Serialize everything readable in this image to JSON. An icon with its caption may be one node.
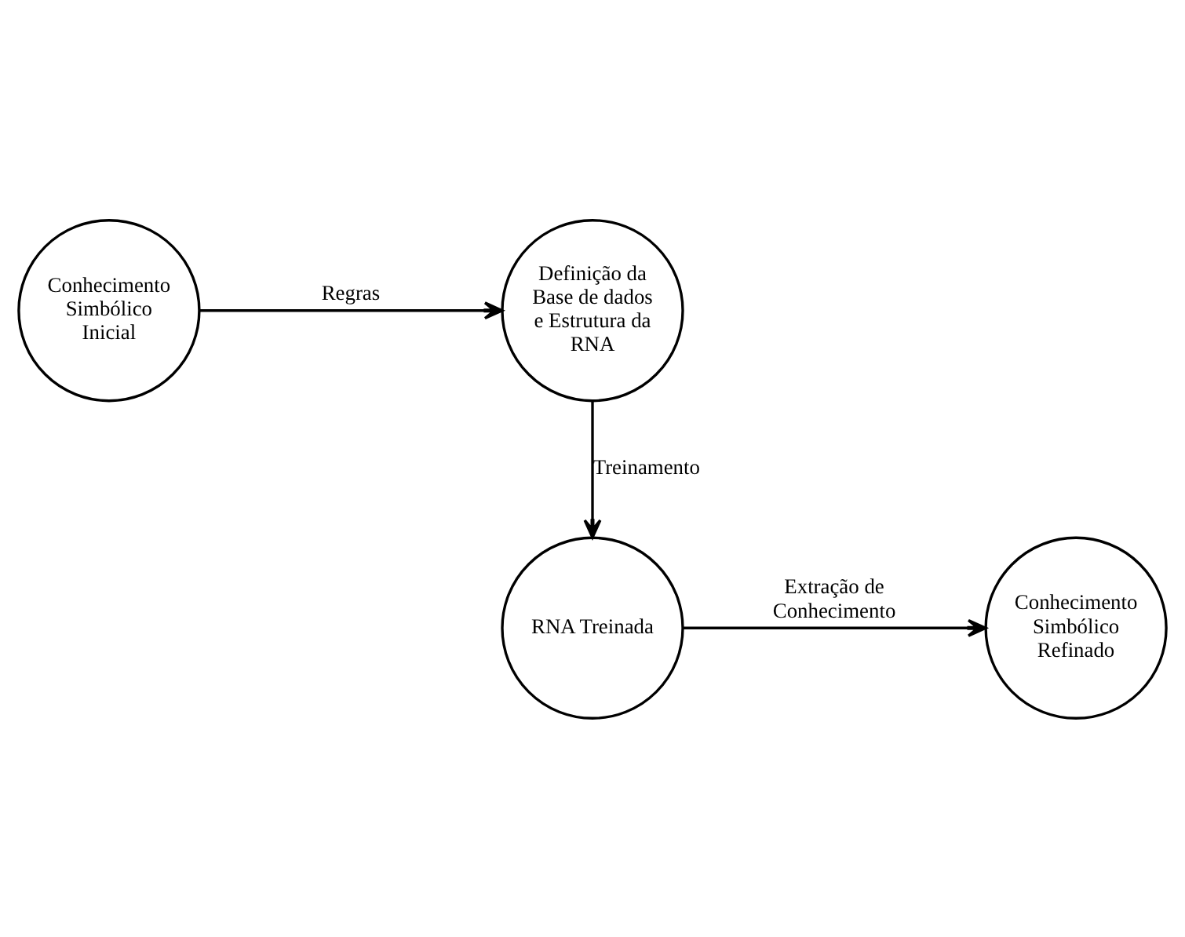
{
  "diagram": {
    "nodes": [
      {
        "text": [
          "Conhecimento Simbólico Inicial"
        ]
      },
      {
        "text": [
          "Definição da Base de dados e Estrutura da RNA"
        ]
      },
      {
        "text": [
          "RNA Treinada"
        ]
      },
      {
        "text": [
          "Conhecimento Simbólico Refinado"
        ]
      }
    ],
    "edges": [
      {
        "from": 0,
        "to": 1,
        "arrow": "to",
        "label": "Regras"
      },
      {
        "from": 1,
        "to": 2,
        "arrow": "to",
        "label": "Treinamento"
      },
      {
        "from": 2,
        "to": 3,
        "arrow": "to",
        "label": "Extração de Conhecimento"
      }
    ]
  }
}
